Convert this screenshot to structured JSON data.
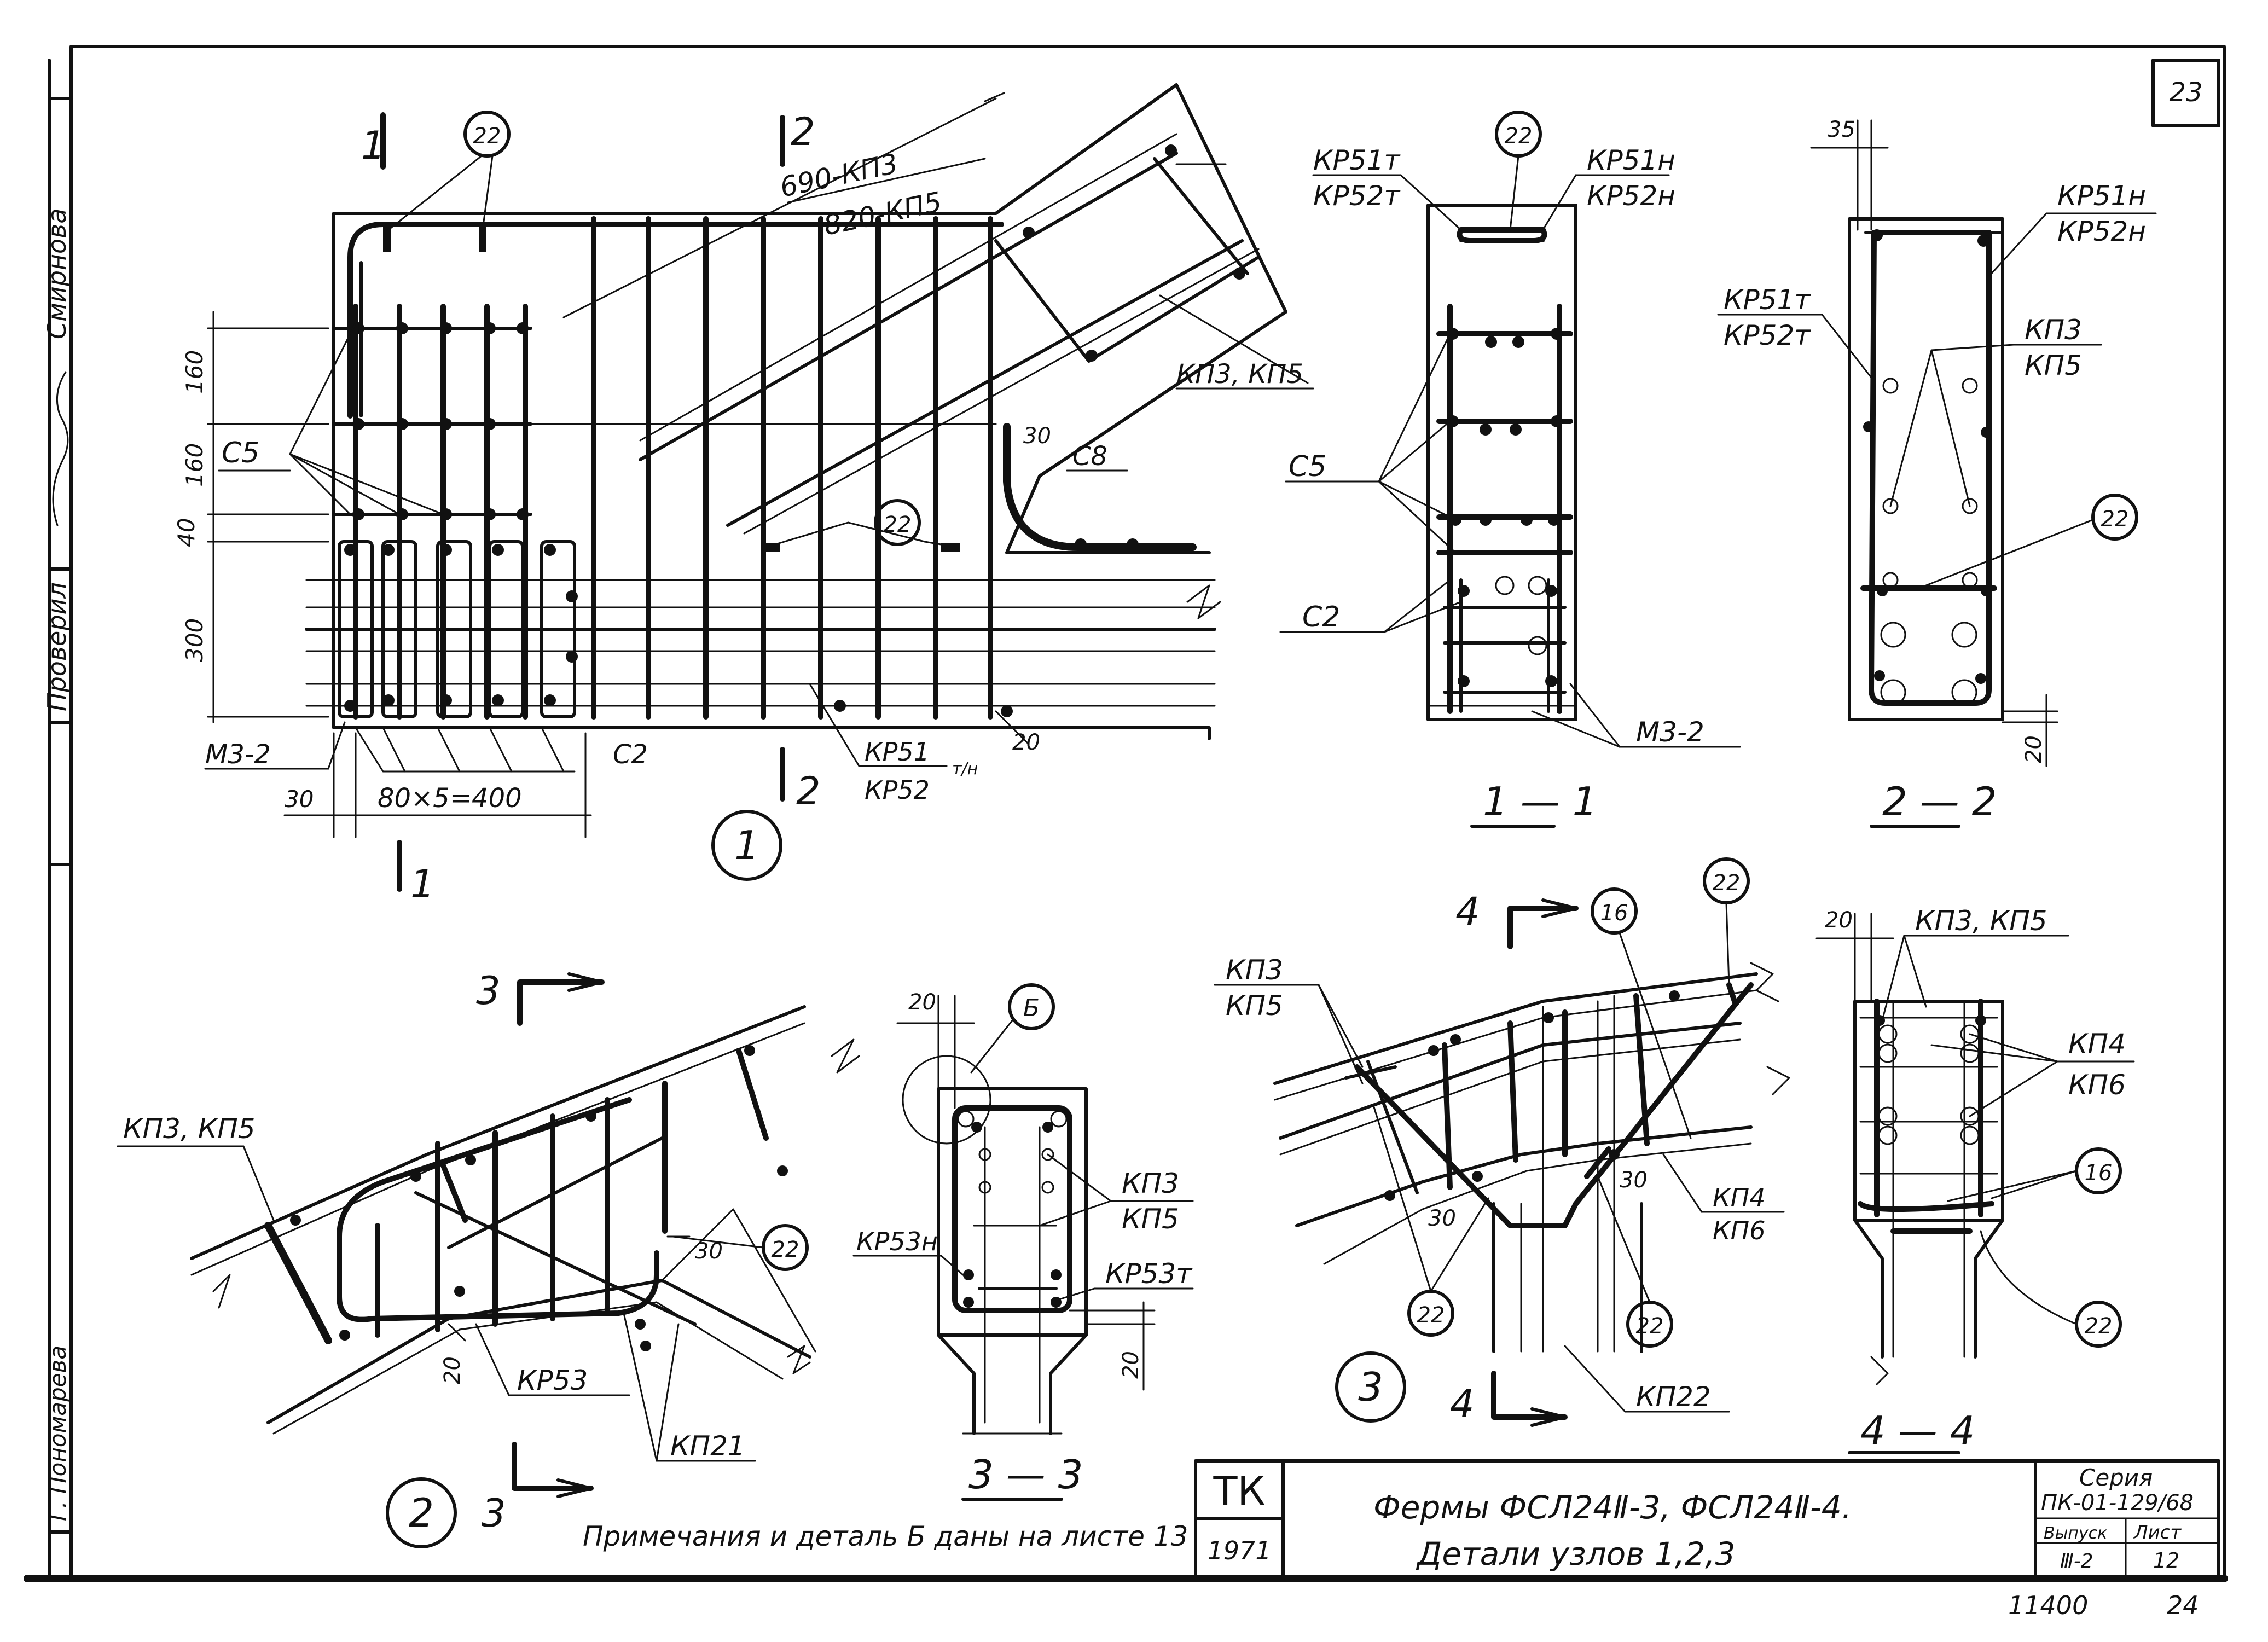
{
  "sheet": {
    "page_number": "23",
    "bottom_number": "11400",
    "bottom_page": "24",
    "left_stamp": {
      "checked_label": "Проверил",
      "checked_name": "Смирнова",
      "author_name": "Г. Пономарева"
    }
  },
  "title_block": {
    "org": "ТК",
    "year": "1971",
    "title_line1": "Фермы ФСЛ24Ⅱ-3, ФСЛ24Ⅱ-4.",
    "title_line2": "Детали узлов 1,2,3",
    "series_label": "Серия",
    "series_value": "ПК-01-129/68",
    "issue_label": "Выпуск",
    "issue_value": "Ⅲ-2",
    "sheet_label": "Лист",
    "sheet_value": "12"
  },
  "note": "Примечания и деталь Б даны на листе 13",
  "node1": {
    "node_number": "1",
    "cut_1": "1",
    "cut_2": "2",
    "callout_22": "22",
    "length_label_1": "690-КП3",
    "length_label_2": "820-КП5",
    "label_kp3_kp5": "КП3, КП5",
    "label_30": "30",
    "label_c8": "С8",
    "label_c5": "С5",
    "label_c2": "С2",
    "label_m32": "М3-2",
    "label_kp51": "КР51",
    "label_kp52": "КР52",
    "label_tn": "т/н",
    "dim_160a": "160",
    "dim_160b": "160",
    "dim_40": "40",
    "dim_300": "300",
    "dim_30": "30",
    "dim_80x5": "80×5=400",
    "dim_20": "20"
  },
  "section_1_1": {
    "title": "1 — 1",
    "kp51t": "КР51т",
    "kp52t": "КР52т",
    "kp51n": "КР51н",
    "kp52n": "КР52н",
    "callout_22": "22",
    "c5": "С5",
    "c2": "С2",
    "m32": "М3-2"
  },
  "section_2_2": {
    "title": "2 — 2",
    "dim_35": "35",
    "kp51n": "КР51н",
    "kp52n": "КР52н",
    "kp51t": "КР51т",
    "kp52t": "КР52т",
    "kp3": "КП3",
    "kp5": "КП5",
    "callout_22": "22",
    "dim_20": "20"
  },
  "node2": {
    "node_number": "2",
    "cut_3": "3",
    "kp3_kp5": "КП3, КП5",
    "callout_22": "22",
    "dim_30": "30",
    "dim_20": "20",
    "kp53": "КР53",
    "kp21": "КП21"
  },
  "section_3_3": {
    "title": "3 — 3",
    "dim_20a": "20",
    "detail_b": "Б",
    "kp3": "КП3",
    "kp5": "КП5",
    "kp53n": "КР53н",
    "kp53t": "КР53т",
    "dim_20b": "20"
  },
  "node3": {
    "node_number": "3",
    "cut_4": "4",
    "kp3": "КП3",
    "kp5": "КП5",
    "callout_16": "16",
    "callout_22": "22",
    "dim_30a": "30",
    "dim_30b": "30",
    "kp4": "КП4",
    "kp6": "КП6",
    "kp22": "КП22"
  },
  "section_4_4": {
    "title": "4 — 4",
    "dim_20": "20",
    "kp3_kp5": "КП3, КП5",
    "kp4": "КП4",
    "kp6": "КП6",
    "callout_16": "16",
    "callout_22": "22"
  }
}
